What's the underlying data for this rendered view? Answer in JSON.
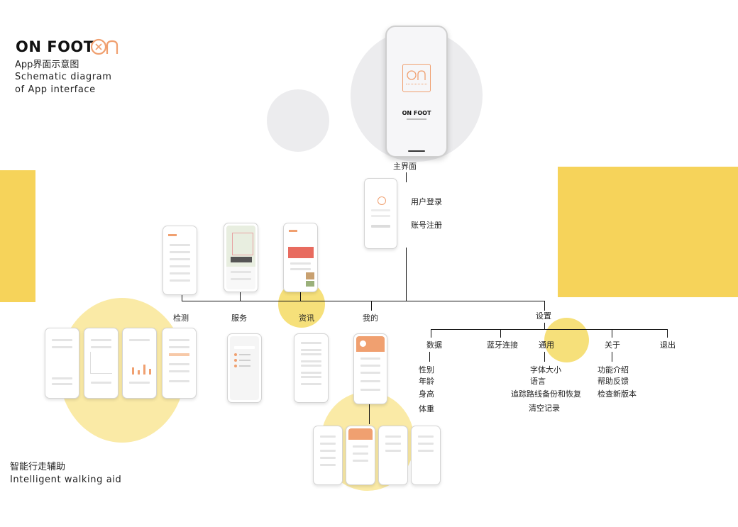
{
  "brand": {
    "name": "ON FOOT",
    "title_cn": "App界面示意图",
    "title_en_line1": "Schematic diagram",
    "title_en_line2": "of  App  interface"
  },
  "splash": {
    "brand": "ON FOOT"
  },
  "footer": {
    "cn": "智能行走辅助",
    "en": "Intelligent  walking  aid"
  },
  "nodes": {
    "main": "主界面",
    "login": "用户登录",
    "register": "账号注册",
    "detect": "检测",
    "service": "服务",
    "news": "资讯",
    "mine": "我的",
    "settings": "设置",
    "data": "数据",
    "bluetooth": "蓝牙连接",
    "general": "通用",
    "about": "关于",
    "logout": "退出"
  },
  "leaves": {
    "data": [
      "性别",
      "年龄",
      "身高",
      "体重"
    ],
    "general": [
      "字体大小",
      "语言",
      "追踪路线备份和恢复",
      "清空记录"
    ],
    "about": [
      "功能介绍",
      "帮助反馈",
      "检查新版本"
    ]
  },
  "colors": {
    "yellow": "#f6d35a",
    "pale_yellow": "#faeaa6",
    "grey_circle": "#ececee",
    "accent_orange": "#f0a070",
    "line": "#111111"
  }
}
